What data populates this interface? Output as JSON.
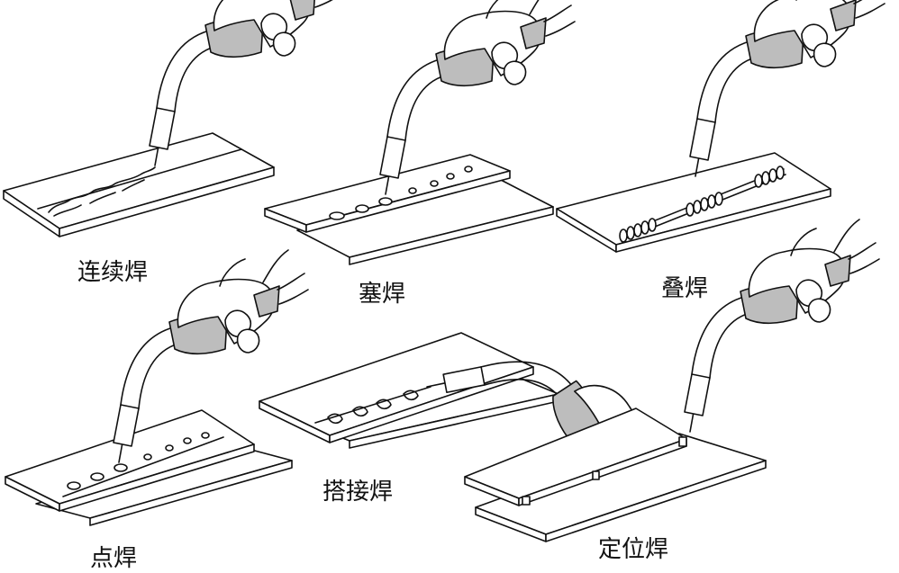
{
  "panels": [
    {
      "id": "continuous",
      "label": "连续焊"
    },
    {
      "id": "plug",
      "label": "塞焊"
    },
    {
      "id": "stitch",
      "label": "叠焊"
    },
    {
      "id": "spot",
      "label": "点焊"
    },
    {
      "id": "lap",
      "label": "搭接焊"
    },
    {
      "id": "tack",
      "label": "定位焊"
    }
  ]
}
